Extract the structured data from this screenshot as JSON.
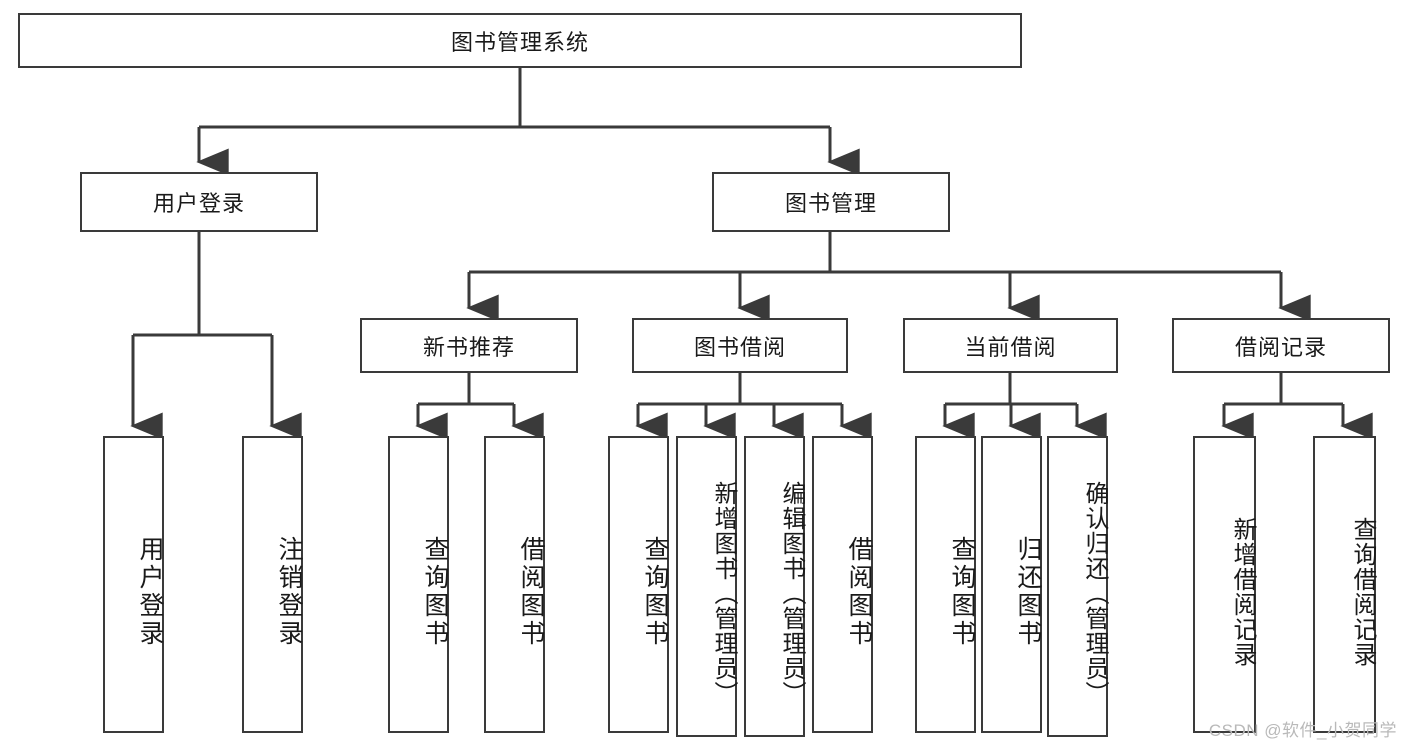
{
  "diagram": {
    "type": "tree-hierarchy",
    "title": "图书管理系统",
    "root": {
      "label": "图书管理系统"
    },
    "level2": [
      {
        "label": "用户登录"
      },
      {
        "label": "图书管理"
      }
    ],
    "level3": [
      {
        "label": "新书推荐"
      },
      {
        "label": "图书借阅"
      },
      {
        "label": "当前借阅"
      },
      {
        "label": "借阅记录"
      }
    ],
    "leaves": {
      "user_login": [
        {
          "label": "用户登录"
        },
        {
          "label": "注销登录"
        }
      ],
      "new_book_recommend": [
        {
          "label": "查询图书"
        },
        {
          "label": "借阅图书"
        }
      ],
      "book_borrow": [
        {
          "label": "查询图书"
        },
        {
          "label": "新增图书（管理员）"
        },
        {
          "label": "编辑图书（管理员）"
        },
        {
          "label": "借阅图书"
        }
      ],
      "current_borrow": [
        {
          "label": "查询图书"
        },
        {
          "label": "归还图书"
        },
        {
          "label": "确认归还（管理员）"
        }
      ],
      "borrow_record": [
        {
          "label": "新增借阅记录"
        },
        {
          "label": "查询借阅记录"
        }
      ]
    }
  },
  "watermark": {
    "text": "CSDN @软件_小贺同学"
  },
  "colors": {
    "background": "#ffffff",
    "box_border": "#3a3a3a",
    "box_fill": "#ffffff",
    "connector": "#3a3a3a",
    "text": "#1a1a1a",
    "watermark": "#b9b9b9"
  }
}
